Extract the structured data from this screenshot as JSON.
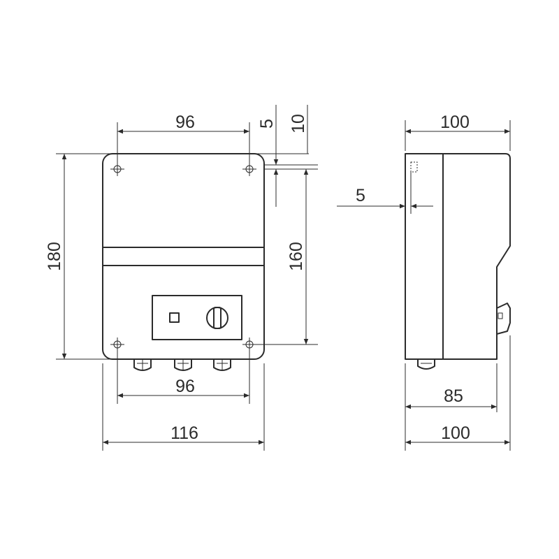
{
  "dimensions": {
    "front_top_width": "96",
    "front_top_offset": "5",
    "front_top_offset_total": "10",
    "front_height_total": "180",
    "front_hole_spacing_vertical": "160",
    "front_bottom_hole_spacing": "96",
    "front_total_width": "116",
    "side_top_depth": "100",
    "side_wall_offset": "5",
    "side_base_depth": "85",
    "side_total_depth": "100"
  },
  "colors": {
    "line": "#2b2b2b",
    "background": "#ffffff"
  }
}
